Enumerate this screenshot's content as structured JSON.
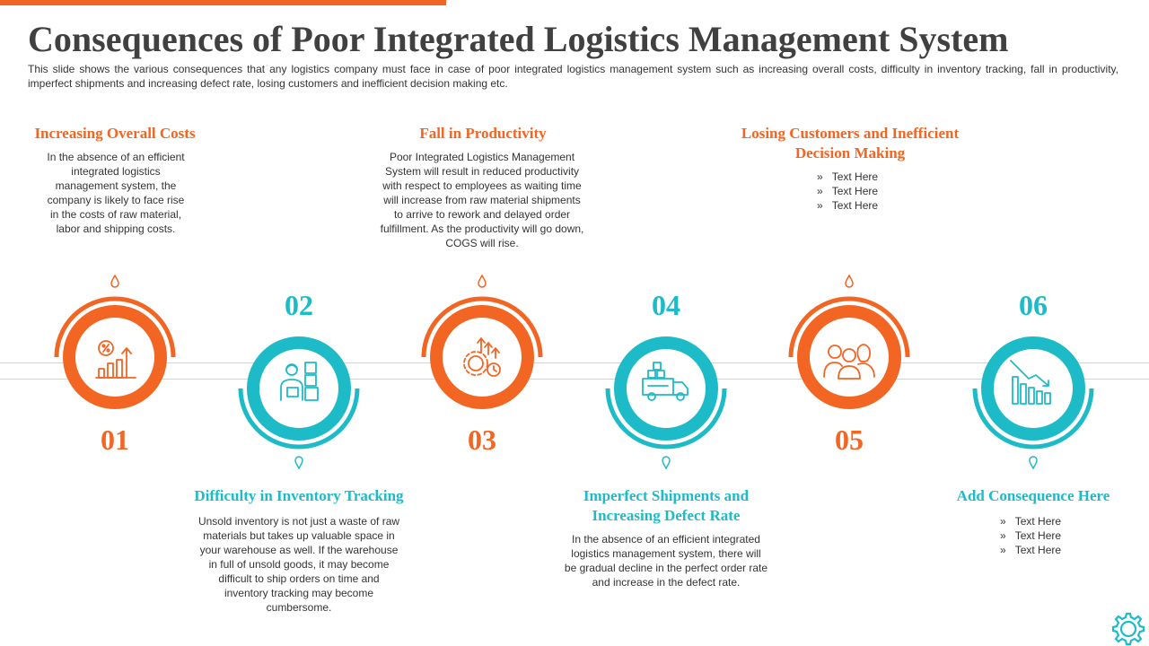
{
  "header": {
    "title": "Consequences of Poor Integrated Logistics Management System",
    "description": "This slide shows the various  consequences that any logistics company must face in case of poor integrated logistics management  system such as increasing overall  costs, difficulty in inventory  tracking, fall in productivity,  imperfect  shipments and increasing defect rate, losing customers and inefficient decision making etc."
  },
  "colors": {
    "orange": "#f26522",
    "teal": "#1dbbc8",
    "title": "#404040"
  },
  "steps": [
    {
      "number": "01",
      "color": "orange",
      "icon": "percent-bar-chart-icon",
      "heading": "Increasing Overall Costs",
      "description": "In the absence of an efficient integrated logistics management system, the company is likely to face rise in the costs of raw material, labor and shipping costs."
    },
    {
      "number": "02",
      "color": "teal",
      "icon": "worker-boxes-icon",
      "heading": "Difficulty in Inventory Tracking",
      "description": "Unsold inventory is not just a waste of raw materials but takes up valuable  space in your warehouse  as well. If the warehouse  in full of unsold goods, it may become difficult to ship orders on time and inventory  tracking may become cumbersome."
    },
    {
      "number": "03",
      "color": "orange",
      "icon": "gear-growth-icon",
      "heading": "Fall in Productivity",
      "description": "Poor Integrated Logistics Management System will result in reduced productivity with respect to employees as waiting time will increase from raw material shipments to arrive  to rework  and delayed order fulfillment.  As the productivity will go down, COGS will rise."
    },
    {
      "number": "04",
      "color": "teal",
      "icon": "delivery-truck-icon",
      "heading": "Imperfect Shipments and Increasing Defect Rate",
      "description": "In the absence of an efficient integrated logistics management system, there will be gradual decline in the perfect order rate and increase in the defect rate."
    },
    {
      "number": "05",
      "color": "orange",
      "icon": "customers-group-icon",
      "heading": "Losing Customers and Inefficient Decision Making",
      "bullets": [
        "Text Here",
        "Text Here",
        "Text Here"
      ]
    },
    {
      "number": "06",
      "color": "teal",
      "icon": "declining-chart-icon",
      "heading": "Add  Consequence Here",
      "bullets": [
        "Text Here",
        "Text Here",
        "Text Here"
      ]
    }
  ]
}
